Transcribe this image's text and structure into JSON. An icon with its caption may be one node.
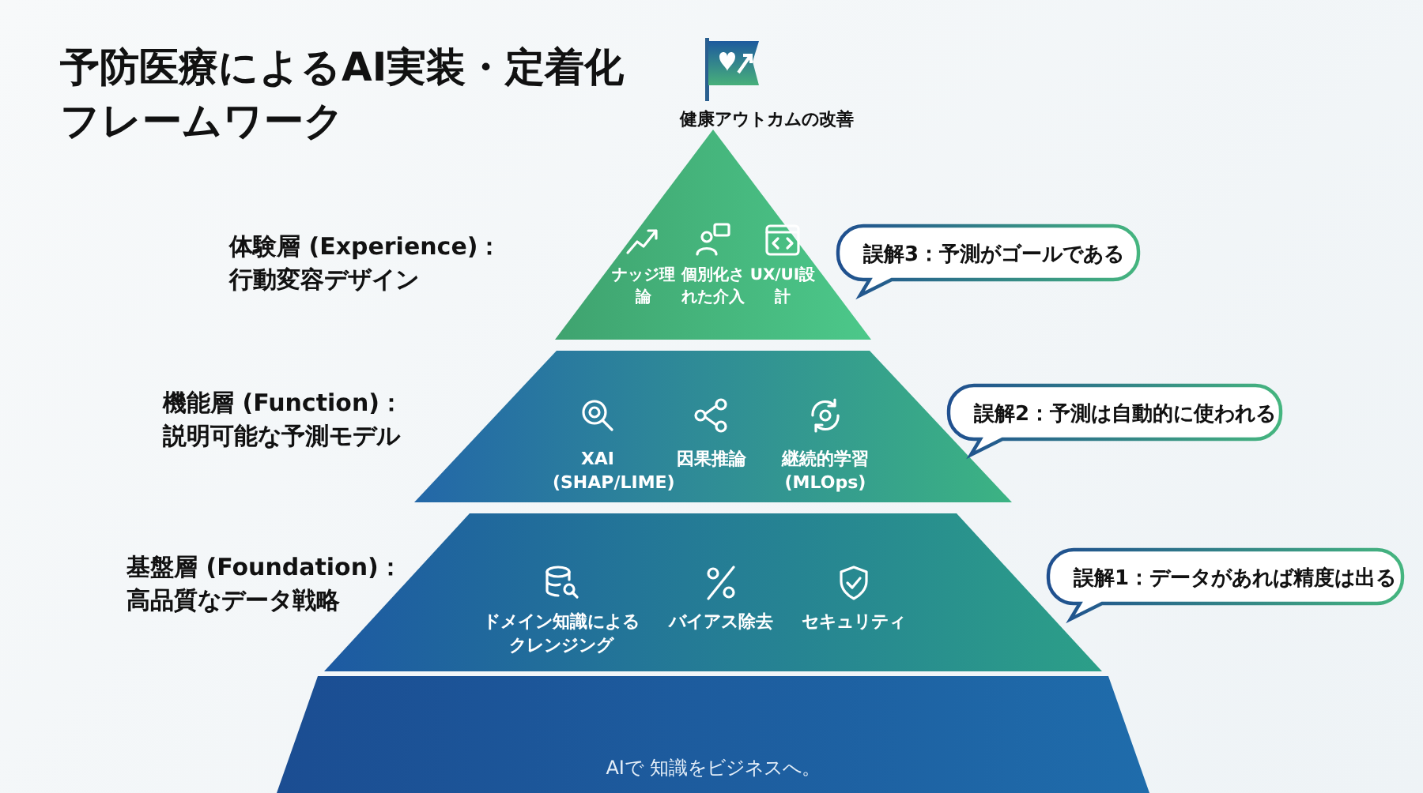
{
  "diagram": {
    "title": "予防医療によるAI実装・定着化フレームワーク",
    "nodes": [
      {
        "text": [
          "健康アウトカムの改善"
        ]
      },
      {
        "text": [
          "ナッジ理論",
          "個別化された介入",
          "UX/UI設計"
        ]
      },
      {
        "text": [
          "XAI (SHAP/LIME)",
          "因果推論",
          "継続的学習 (MLOps)"
        ]
      },
      {
        "text": [
          "ドメイン知識によるクレンジング",
          "バイアス除去",
          "セキュリティ"
        ]
      },
      {
        "text": [
          "AIで 知識をビジネスへ。"
        ]
      },
      {
        "text": [
          "誤解3：予測がゴールである"
        ]
      },
      {
        "text": [
          "誤解2：予測は自動的に使われる"
        ]
      },
      {
        "text": [
          "誤解1：データがあれば精度は出る"
        ]
      }
    ],
    "labels": [
      "体験層 (Experience)：行動変容デザイン",
      "機能層 (Function)：説明可能な予測モデル",
      "基盤層 (Foundation)：高品質なデータ戦略"
    ]
  }
}
